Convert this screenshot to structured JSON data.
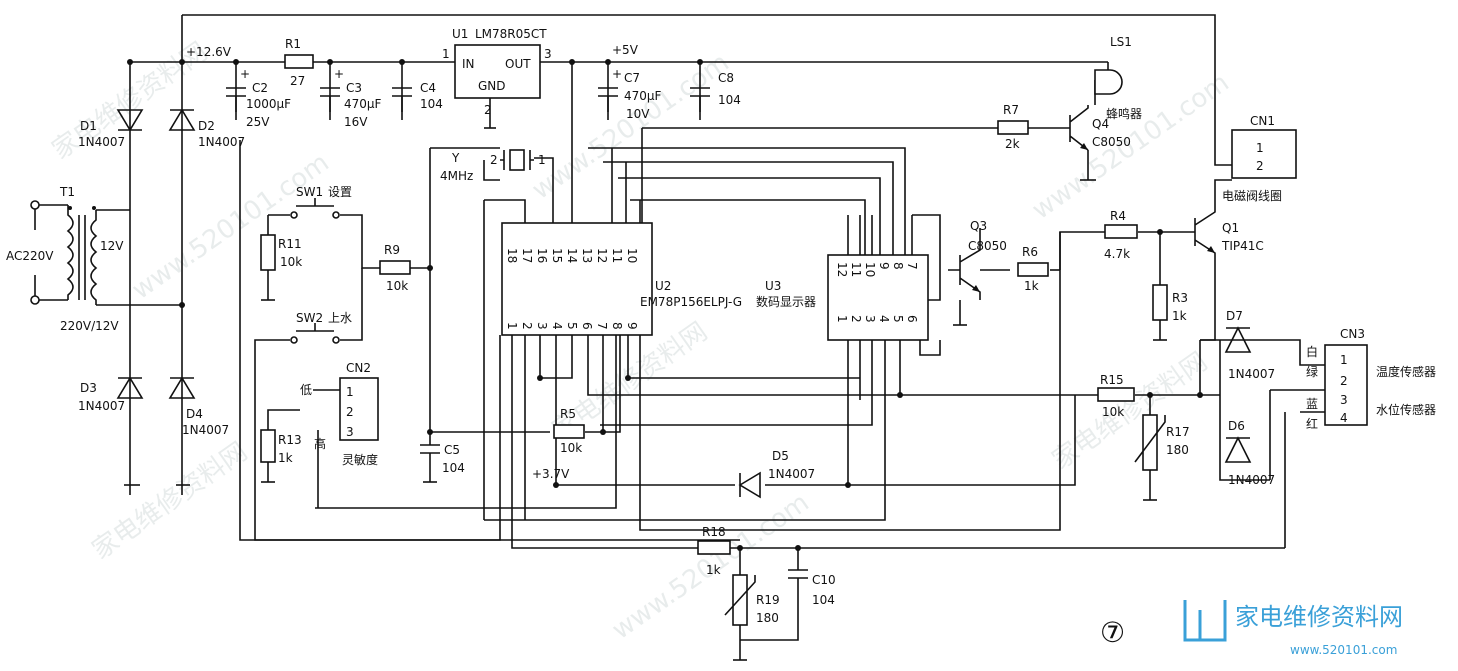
{
  "ac_input": "AC220V",
  "transformer": {
    "ref": "T1",
    "secondary": "12V",
    "rating": "220V/12V"
  },
  "rail_12v": "+12.6V",
  "rail_5v": "+5V",
  "rail_3v7": "+3.7V",
  "diodes": {
    "d1": {
      "ref": "D1",
      "part": "1N4007"
    },
    "d2": {
      "ref": "D2",
      "part": "1N4007"
    },
    "d3": {
      "ref": "D3",
      "part": "1N4007"
    },
    "d4": {
      "ref": "D4",
      "part": "1N4007"
    },
    "d5": {
      "ref": "D5",
      "part": "1N4007"
    },
    "d6": {
      "ref": "D6",
      "part": "1N4007"
    },
    "d7": {
      "ref": "D7",
      "part": "1N4007"
    }
  },
  "resistors": {
    "r1": {
      "ref": "R1",
      "value": "27"
    },
    "r3": {
      "ref": "R3",
      "value": "1k"
    },
    "r4": {
      "ref": "R4",
      "value": "4.7k"
    },
    "r5": {
      "ref": "R5",
      "value": "10k"
    },
    "r6": {
      "ref": "R6",
      "value": "1k"
    },
    "r7": {
      "ref": "R7",
      "value": "2k"
    },
    "r9": {
      "ref": "R9",
      "value": "10k"
    },
    "r11": {
      "ref": "R11",
      "value": "10k"
    },
    "r13": {
      "ref": "R13",
      "value": "1k"
    },
    "r15": {
      "ref": "R15",
      "value": "10k"
    },
    "r17": {
      "ref": "R17",
      "value": "180"
    },
    "r18": {
      "ref": "R18",
      "value": "1k"
    },
    "r19": {
      "ref": "R19",
      "value": "180"
    }
  },
  "capacitors": {
    "c2": {
      "ref": "C2",
      "value": "1000μF",
      "voltage": "25V"
    },
    "c3": {
      "ref": "C3",
      "value": "470μF",
      "voltage": "16V"
    },
    "c4": {
      "ref": "C4",
      "value": "104"
    },
    "c5": {
      "ref": "C5",
      "value": "104"
    },
    "c7": {
      "ref": "C7",
      "value": "470μF",
      "voltage": "10V"
    },
    "c8": {
      "ref": "C8",
      "value": "104"
    },
    "c10": {
      "ref": "C10",
      "value": "104"
    }
  },
  "regulator": {
    "ref": "U1",
    "part": "LM78R05CT",
    "pin_in": "IN",
    "pin_out": "OUT",
    "pin_gnd": "GND",
    "pin1": "1",
    "pin2": "2",
    "pin3": "3"
  },
  "mcu": {
    "ref": "U2",
    "part": "EM78P156ELPJ-G",
    "top_pins": [
      "18",
      "17",
      "16",
      "15",
      "14",
      "13",
      "12",
      "11",
      "10"
    ],
    "bottom_pins": [
      "1",
      "2",
      "3",
      "4",
      "5",
      "6",
      "7",
      "8",
      "9"
    ]
  },
  "display": {
    "ref": "U3",
    "label": "数码显示器",
    "top_pins": [
      "12",
      "11",
      "10",
      "9",
      "8",
      "7"
    ],
    "bottom_pins": [
      "1",
      "2",
      "3",
      "4",
      "5",
      "6"
    ]
  },
  "crystal": {
    "ref": "Y",
    "freq": "4MHz",
    "pin1": "1",
    "pin2": "2"
  },
  "transistors": {
    "q1": {
      "ref": "Q1",
      "part": "TIP41C"
    },
    "q3": {
      "ref": "Q3",
      "part": "C8050"
    },
    "q4": {
      "ref": "Q4",
      "part": "C8050"
    }
  },
  "buzzer": {
    "ref": "LS1",
    "label": "蜂鸣器"
  },
  "switches": {
    "sw1": {
      "ref": "SW1",
      "label": "设置"
    },
    "sw2": {
      "ref": "SW2",
      "label": "上水"
    }
  },
  "cn1": {
    "ref": "CN1",
    "pins": [
      "1",
      "2"
    ],
    "label": "电磁阀线圈"
  },
  "cn2": {
    "ref": "CN2",
    "pins": [
      "1",
      "2",
      "3"
    ],
    "low": "低",
    "high": "高",
    "label": "灵敏度"
  },
  "cn3": {
    "ref": "CN3",
    "pins": [
      "1",
      "2",
      "3",
      "4"
    ],
    "wire_white": "白",
    "wire_green": "绿",
    "wire_blue": "蓝",
    "wire_red": "红",
    "label_temp": "温度传感器",
    "label_level": "水位传感器"
  },
  "figure_number": "⑦",
  "logo": {
    "text": "家电维修资料网",
    "url": "www.520101.com"
  },
  "watermark_text": [
    "家电维修资料网",
    "www.520101.com"
  ]
}
